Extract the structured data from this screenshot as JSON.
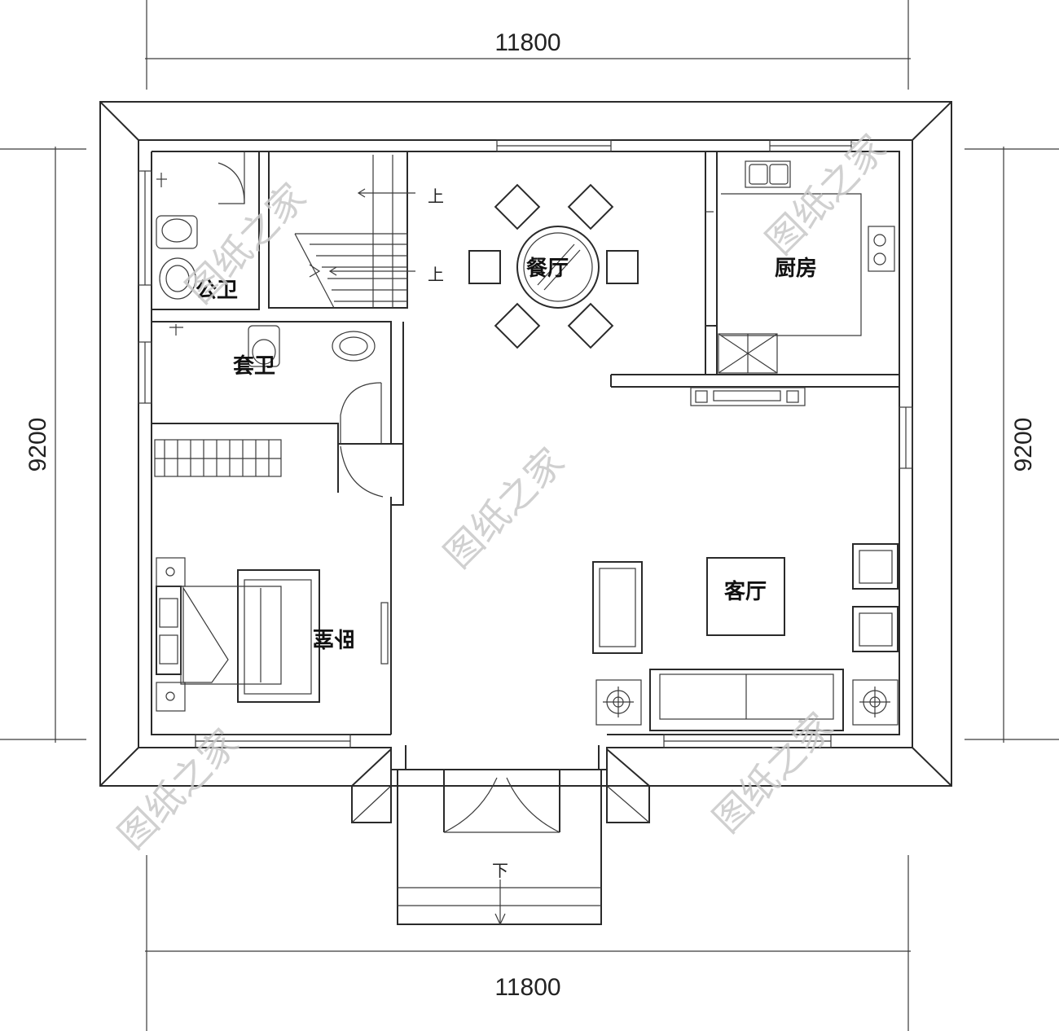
{
  "dimensions": {
    "top_width": "11800",
    "bottom_width": "11800",
    "left_height": "9200",
    "right_height": "9200"
  },
  "rooms": {
    "public_bathroom": "公卫",
    "dining": "餐厅",
    "kitchen": "厨房",
    "ensuite_bathroom": "套卫",
    "bedroom": "卧室",
    "living": "客厅"
  },
  "stairs": {
    "up_label_1": "上",
    "up_label_2": "上",
    "down_label": "下"
  },
  "watermark": "图纸之家"
}
